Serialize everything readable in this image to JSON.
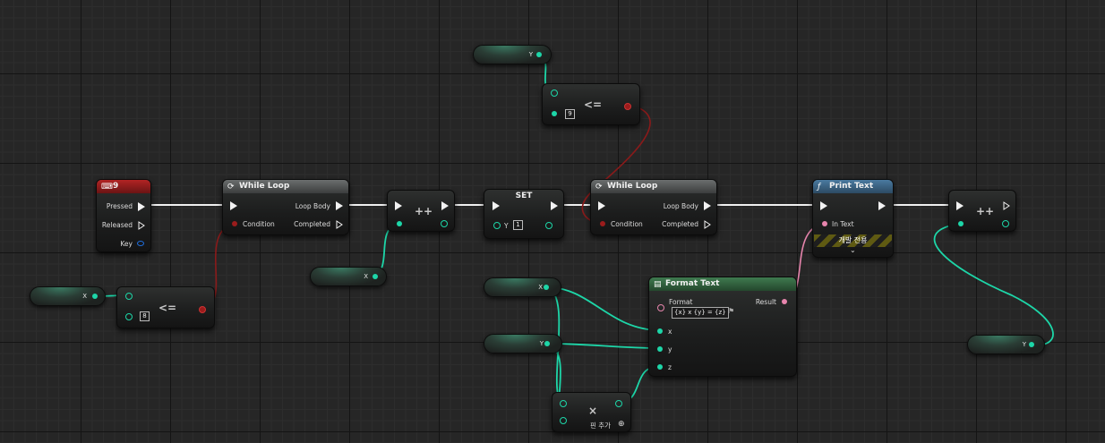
{
  "nodes": {
    "key_event": {
      "title": "9",
      "pins": [
        "Pressed",
        "Released",
        "Key"
      ],
      "color": "#8b1b1b"
    },
    "while_loop_1": {
      "title": "While Loop",
      "condition": "Condition",
      "loop_body": "Loop Body",
      "completed": "Completed"
    },
    "while_loop_2": {
      "title": "While Loop",
      "condition": "Condition",
      "loop_body": "Loop Body",
      "completed": "Completed"
    },
    "compare_1": {
      "op": "<=",
      "value": "8"
    },
    "compare_2": {
      "op": "<=",
      "value": "9"
    },
    "increment_1": {
      "op": "++"
    },
    "increment_2": {
      "op": "++"
    },
    "set": {
      "title": "SET",
      "var": "Y",
      "value": "1"
    },
    "print_text": {
      "title": "Print Text",
      "pin": "In Text",
      "banner": "개발 전용"
    },
    "format_text": {
      "title": "Format Text",
      "format_label": "Format",
      "format_value": "{x} x {y} = {z}",
      "result": "Result",
      "args": [
        "x",
        "y",
        "z"
      ]
    },
    "multiply": {
      "op": "×",
      "add_pin": "핀 추가"
    }
  },
  "variables": {
    "x": "X",
    "y": "Y"
  },
  "colors": {
    "int_pin": "#1dd6a8",
    "bool_pin": "#9b1c1c",
    "text_pin": "#e785ad",
    "exec": "#f2f2f2",
    "key_pin": "#1f6fe0",
    "print_header": "#3c6586"
  }
}
